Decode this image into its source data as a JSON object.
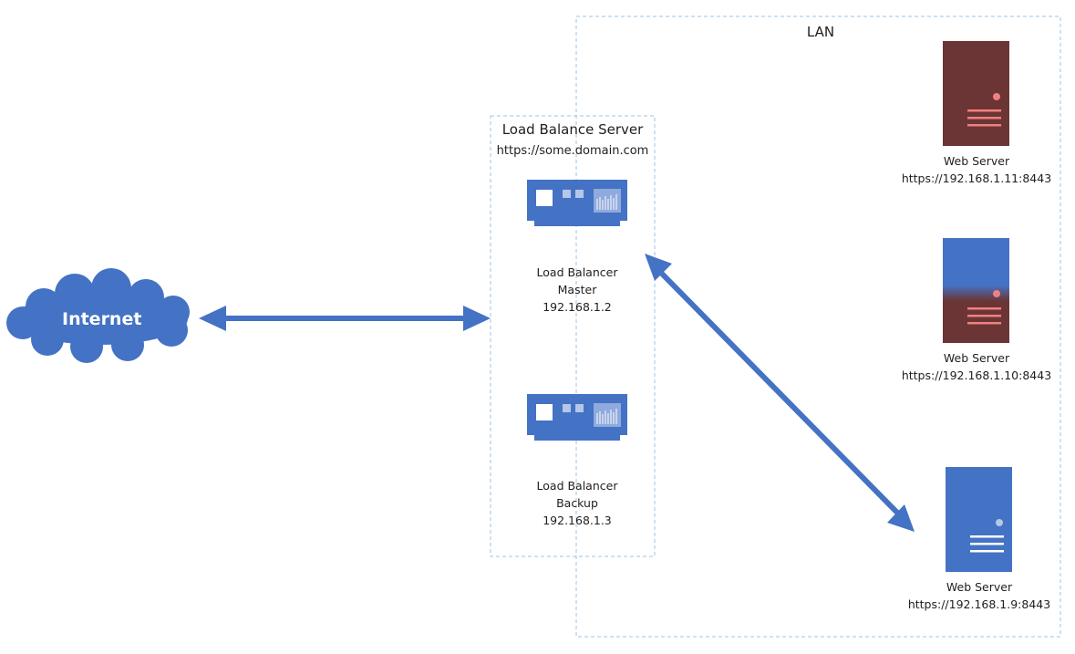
{
  "lan": {
    "label": "LAN"
  },
  "load_balance_group": {
    "title": "Load Balance Server",
    "url": "https://some.domain.com"
  },
  "internet": {
    "label": "Internet"
  },
  "load_balancers": [
    {
      "name": "Load Balancer",
      "role": "Master",
      "ip": "192.168.1.2"
    },
    {
      "name": "Load Balancer",
      "role": "Backup",
      "ip": "192.168.1.3"
    }
  ],
  "web_servers": [
    {
      "name": "Web Server",
      "url": "https://192.168.1.11:8443",
      "state": "down"
    },
    {
      "name": "Web Server",
      "url": "https://192.168.1.10:8443",
      "state": "degraded"
    },
    {
      "name": "Web Server",
      "url": "https://192.168.1.9:8443",
      "state": "up"
    }
  ],
  "colors": {
    "accent": "#4472C4",
    "server_up": "#4472C4",
    "server_down": "#6B3535",
    "server_down_lines": "#F08080",
    "group_border": "#9DC3E6"
  }
}
